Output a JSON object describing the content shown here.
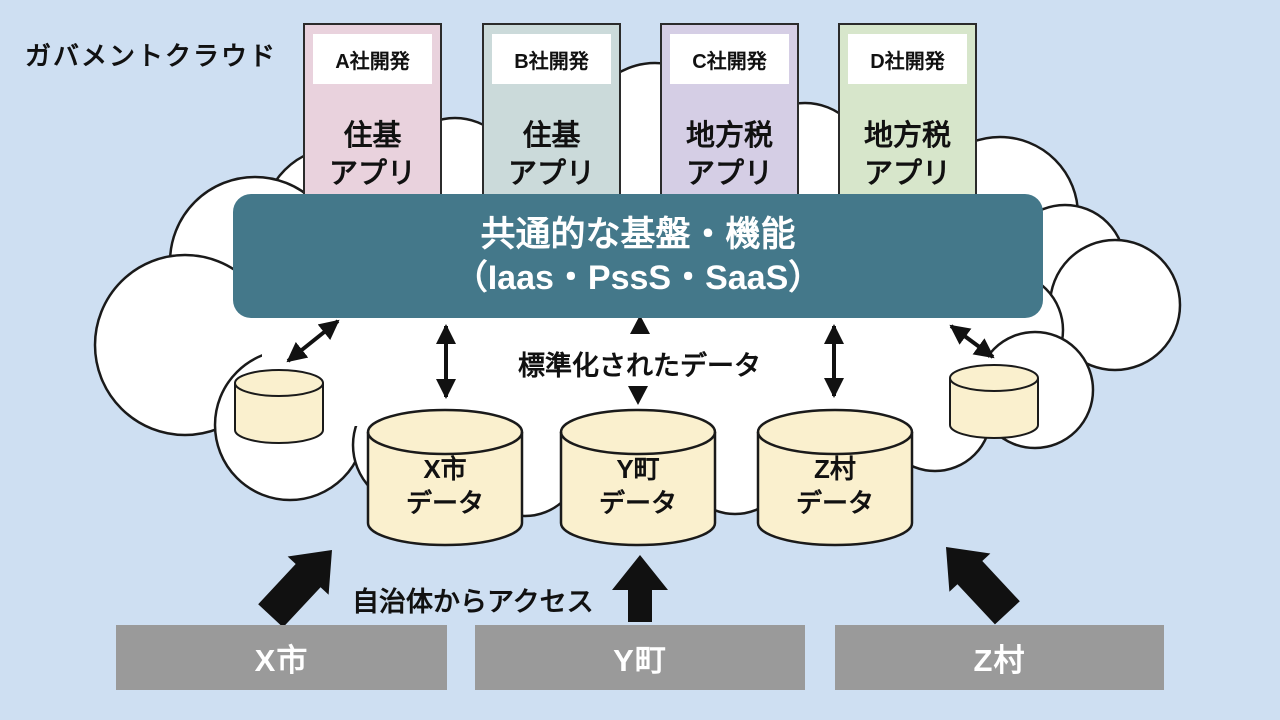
{
  "title": "ガバメントクラウド",
  "apps": [
    {
      "vendor": "A社開発",
      "name": [
        "住基",
        "アプリ"
      ],
      "color": "#E9D2DD"
    },
    {
      "vendor": "B社開発",
      "name": [
        "住基",
        "アプリ"
      ],
      "color": "#CBDADA"
    },
    {
      "vendor": "C社開発",
      "name": [
        "地方税",
        "アプリ"
      ],
      "color": "#D5CEE5"
    },
    {
      "vendor": "D社開発",
      "name": [
        "地方税",
        "アプリ"
      ],
      "color": "#D7E6CB"
    }
  ],
  "platform": {
    "line1": "共通的な基盤・機能",
    "line2": "（Iaas・PssS・SaaS）",
    "color": "#44788A"
  },
  "labels": {
    "standardized_data": "標準化されたデータ",
    "access_from_municipalities": "自治体からアクセス"
  },
  "data_stores": [
    {
      "name": [
        "X市",
        "データ"
      ]
    },
    {
      "name": [
        "Y町",
        "データ"
      ]
    },
    {
      "name": [
        "Z村",
        "データ"
      ]
    }
  ],
  "municipalities": [
    {
      "label": "X市"
    },
    {
      "label": "Y町"
    },
    {
      "label": "Z村"
    }
  ],
  "colors": {
    "background": "#CEDFF2",
    "cloud_fill": "#FFFFFF",
    "outline": "#1A1A1A",
    "cylinder_fill": "#FAF0CE",
    "municipality_box": "#9A9A9A",
    "arrow": "#111111"
  }
}
